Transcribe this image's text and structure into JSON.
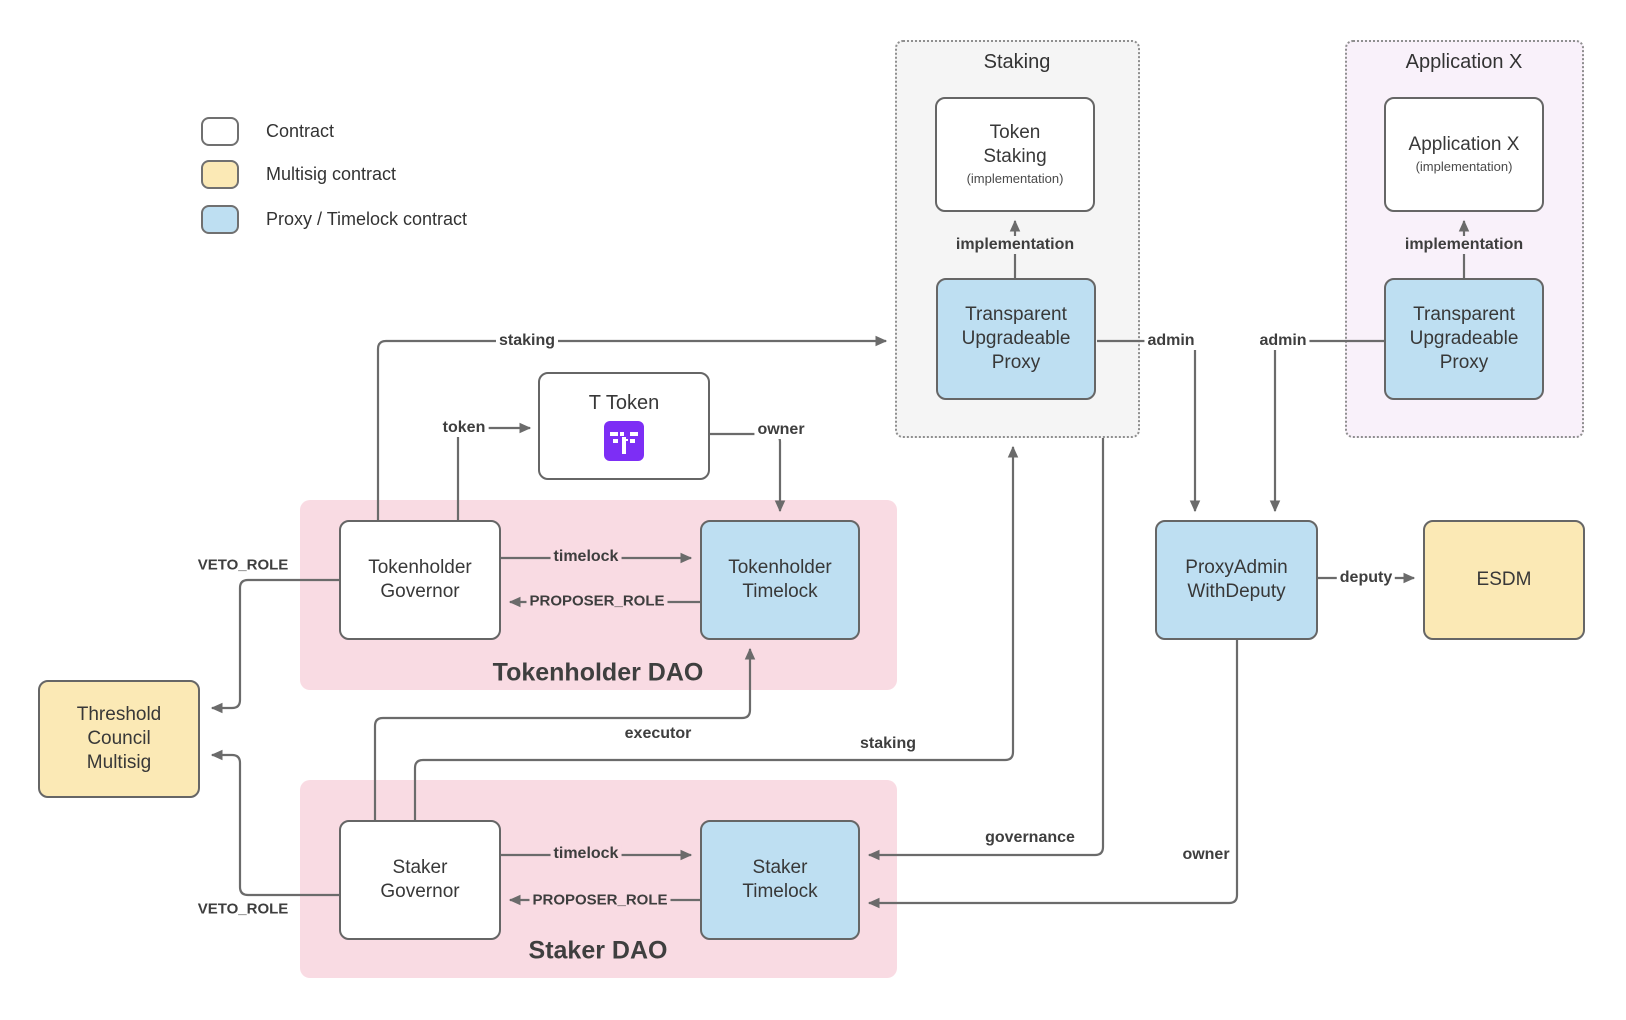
{
  "colors": {
    "border": "#666666",
    "line": "#6b6b6b",
    "dotted": "#8f8f8f",
    "multisig_fill": "#fbe9b5",
    "proxy_fill": "#bedff2",
    "dao_fill": "#f9dbe3",
    "staking_fill": "#f5f5f5",
    "appx_fill": "#f9f1fa",
    "logo_purple": "#7d2ef5"
  },
  "legend": {
    "items": [
      {
        "label": "Contract"
      },
      {
        "label": "Multisig contract"
      },
      {
        "label": "Proxy / Timelock contract"
      }
    ]
  },
  "containers": {
    "staking": {
      "title": "Staking"
    },
    "application_x": {
      "title": "Application X"
    },
    "tokenholder_dao": {
      "title": "Tokenholder DAO"
    },
    "staker_dao": {
      "title": "Staker DAO"
    }
  },
  "nodes": {
    "token_staking": {
      "label": "Token Staking",
      "sub": "(implementation)"
    },
    "staking_proxy": {
      "label": "Transparent Upgradeable Proxy"
    },
    "application_x_impl": {
      "label": "Application X",
      "sub": "(implementation)"
    },
    "application_x_proxy": {
      "label": "Transparent Upgradeable Proxy"
    },
    "t_token": {
      "label": "T Token"
    },
    "tokenholder_governor": {
      "label": "Tokenholder Governor"
    },
    "tokenholder_timelock": {
      "label": "Tokenholder Timelock"
    },
    "staker_governor": {
      "label": "Staker Governor"
    },
    "staker_timelock": {
      "label": "Staker Timelock"
    },
    "threshold_council_multisig": {
      "label": "Threshold Council Multisig"
    },
    "proxy_admin_with_deputy": {
      "label": "ProxyAdmin WithDeputy"
    },
    "esdm": {
      "label": "ESDM"
    }
  },
  "edge_labels": {
    "staking_top": "staking",
    "token": "token",
    "owner_top": "owner",
    "timelock_tokenholder": "timelock",
    "proposer_role_tokenholder": "PROPOSER_ROLE",
    "veto_role_top": "VETO_ROLE",
    "executor": "executor",
    "staking_bottom": "staking",
    "governance": "governance",
    "owner_bottom": "owner",
    "veto_role_bottom": "VETO_ROLE",
    "timelock_staker": "timelock",
    "proposer_role_staker": "PROPOSER_ROLE",
    "admin_left": "admin",
    "admin_right": "admin",
    "implementation_staking": "implementation",
    "implementation_application_x": "implementation",
    "deputy": "deputy"
  }
}
